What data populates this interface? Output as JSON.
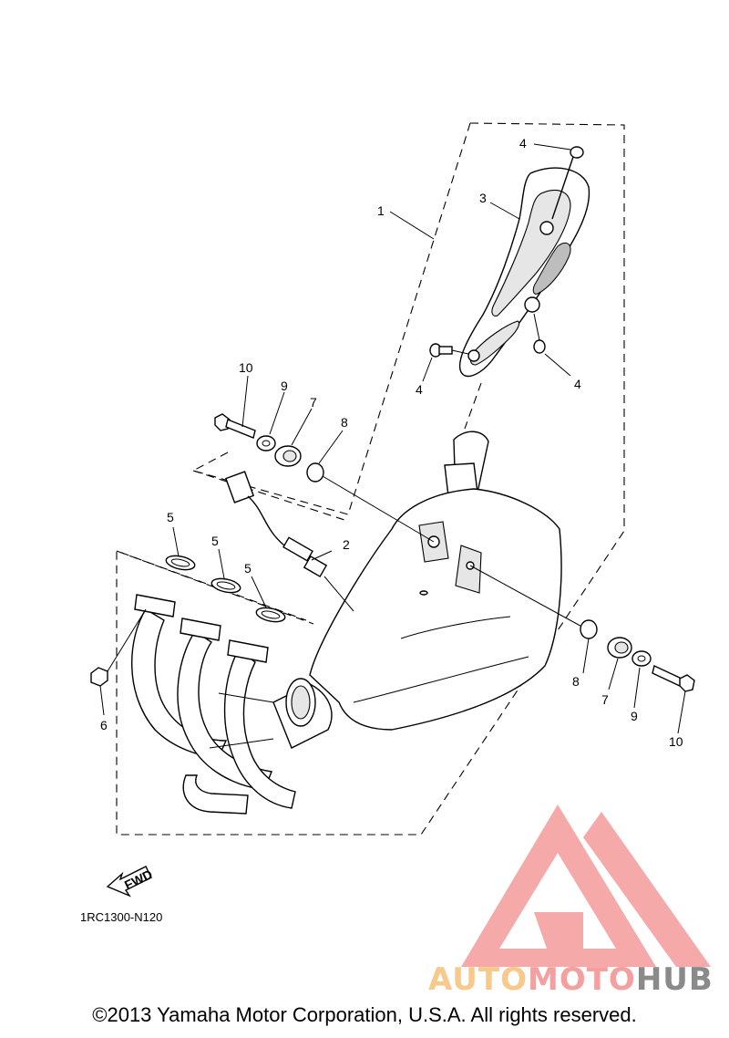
{
  "diagram": {
    "callouts": [
      {
        "id": "c1",
        "label": "1"
      },
      {
        "id": "c2",
        "label": "2"
      },
      {
        "id": "c3",
        "label": "3"
      },
      {
        "id": "c4a",
        "label": "4"
      },
      {
        "id": "c4b",
        "label": "4"
      },
      {
        "id": "c4c",
        "label": "4"
      },
      {
        "id": "c5a",
        "label": "5"
      },
      {
        "id": "c5b",
        "label": "5"
      },
      {
        "id": "c5c",
        "label": "5"
      },
      {
        "id": "c6",
        "label": "6"
      },
      {
        "id": "c7a",
        "label": "7"
      },
      {
        "id": "c7b",
        "label": "7"
      },
      {
        "id": "c8a",
        "label": "8"
      },
      {
        "id": "c8b",
        "label": "8"
      },
      {
        "id": "c9a",
        "label": "9"
      },
      {
        "id": "c9b",
        "label": "9"
      },
      {
        "id": "c10a",
        "label": "10"
      },
      {
        "id": "c10b",
        "label": "10"
      }
    ],
    "fwd_label": "FWD",
    "diagram_code": "1RC1300-N120"
  },
  "watermark": {
    "part1": "AUTO",
    "part2": "MOTO",
    "part3": "HUB",
    "colors": {
      "auto": "#f7c98a",
      "moto": "#f5a0a0",
      "hub": "#8a8a8a",
      "logo": "#f5a0a0"
    }
  },
  "footer": {
    "copyright": "©2013 Yamaha Motor Corporation, U.S.A. All rights reserved."
  }
}
